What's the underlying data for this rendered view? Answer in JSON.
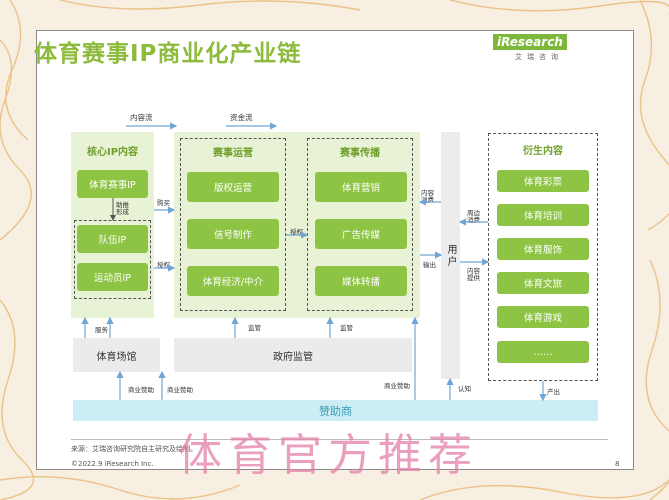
{
  "title": "体育赛事IP商业化产业链",
  "logo": {
    "main": "iResearch",
    "sub": "艾瑞咨询"
  },
  "flows": {
    "content_flow": "内容流",
    "money_flow": "资金流"
  },
  "core_ip": {
    "title": "核心IP内容",
    "items": [
      "体育赛事IP",
      "队伍IP",
      "运动员IP"
    ],
    "note": "助推\n形成"
  },
  "operation": {
    "title": "赛事运营",
    "items": [
      "版权运营",
      "信号制作",
      "体育经济/中介"
    ]
  },
  "broadcast": {
    "title": "赛事传播",
    "items": [
      "体育营销",
      "广告传媒",
      "媒体转播"
    ]
  },
  "user": {
    "label": "用户"
  },
  "derivative": {
    "title": "衍生内容",
    "items": [
      "体育彩票",
      "体育培训",
      "体育服饰",
      "体育文旅",
      "体育游戏",
      "……"
    ]
  },
  "venue": "体育场馆",
  "government": "政府监管",
  "sponsor": "赞助商",
  "edge_labels": {
    "purchase": "购买",
    "authorize1": "授权",
    "authorize2": "授权",
    "content_consume": "内容\n消费",
    "output": "输出",
    "peripheral_consume": "周边\n消费",
    "content_provide": "内容\n提供",
    "service": "服务",
    "supervise1": "监管",
    "supervise2": "监管",
    "biz_sponsor1": "商业赞助",
    "biz_sponsor2": "商业赞助",
    "biz_sponsor3": "商业赞助",
    "recognize": "认知",
    "produce": "产出"
  },
  "footer": {
    "source": "来源：艾瑞咨询研究院自主研究及绘制。",
    "copyright": "©2022.9 iResearch Inc.",
    "page": "8"
  },
  "watermark": "体育官方推荐",
  "colors": {
    "accent_green": "#8dc443",
    "title_green": "#8dbb3c",
    "panel_green": "#e8f3d6",
    "sponsor_blue": "#ccedf3",
    "watermark_pink": "#e27fa8"
  }
}
